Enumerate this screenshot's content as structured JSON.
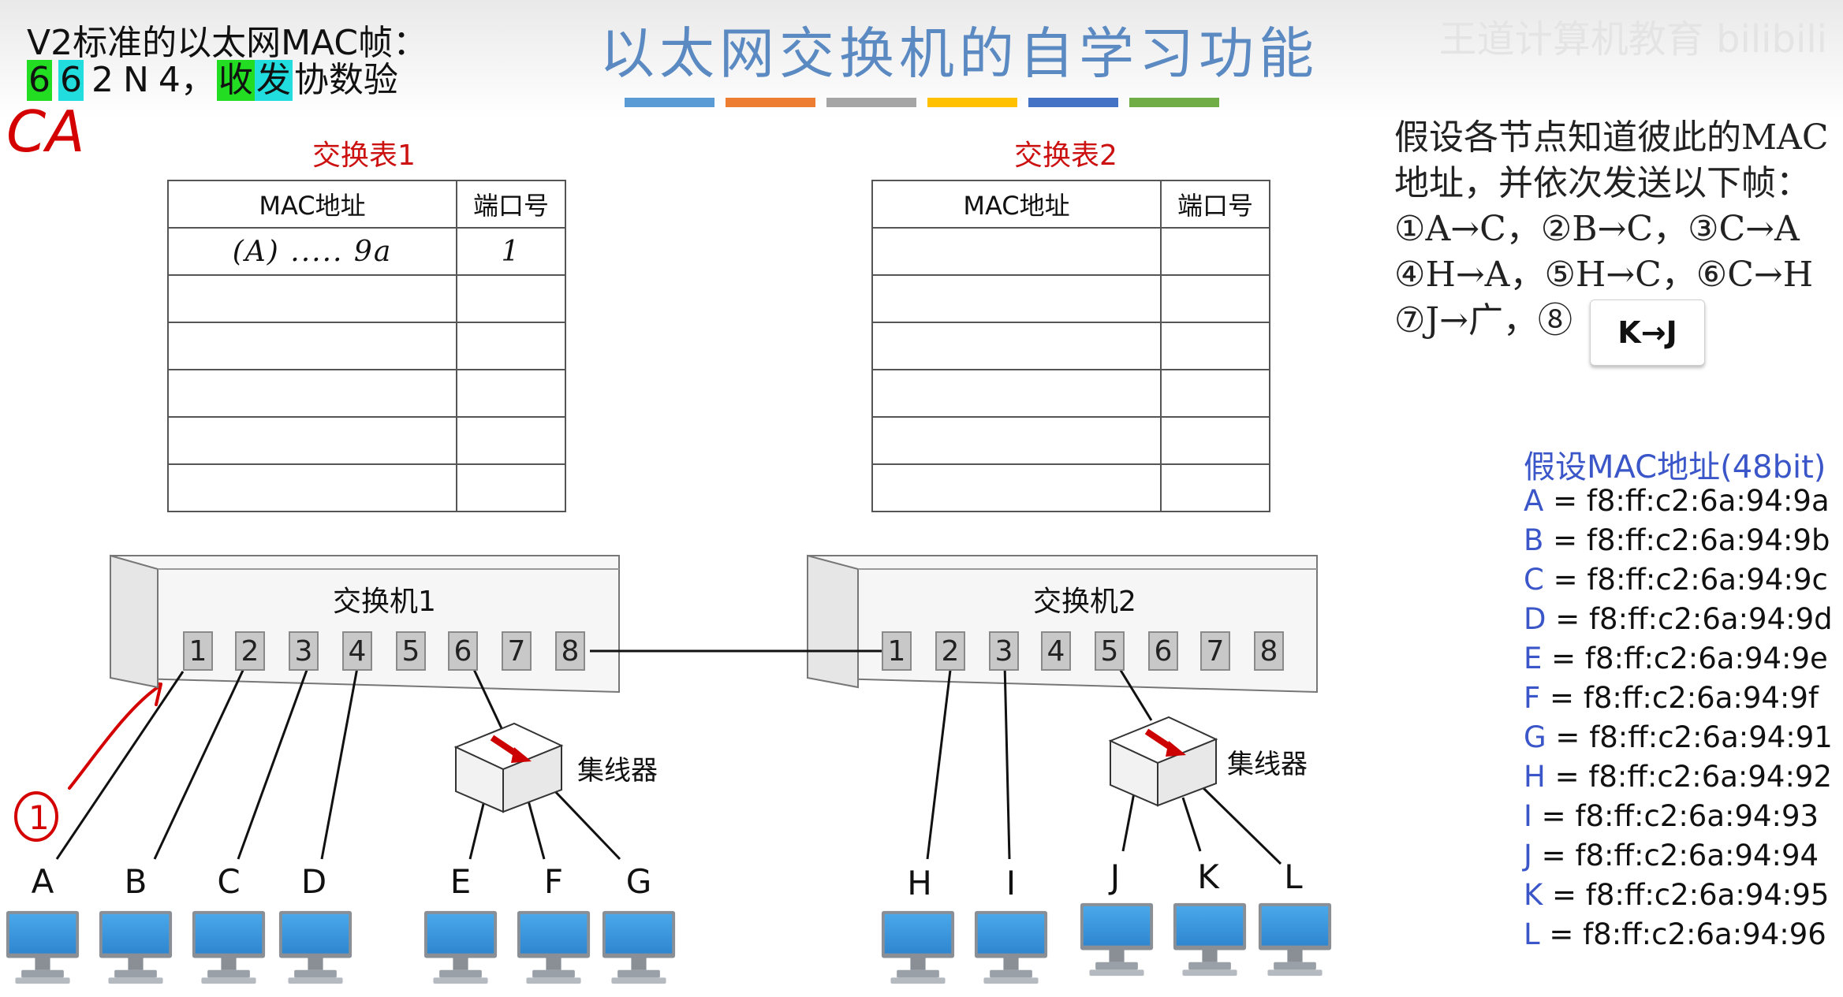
{
  "header": {
    "note_line1": "V2标准的以太网MAC帧：",
    "note_tokens": [
      "6",
      "6",
      "2",
      "N",
      "4，",
      "收",
      "发",
      "协数验"
    ],
    "title": "以太网交换机的自学习功能",
    "watermark": "王道计算机教育 bilibili",
    "color_bars": [
      "#5b9bd5",
      "#ed7d31",
      "#a5a5a5",
      "#ffc000",
      "#4472c4",
      "#70ad47"
    ]
  },
  "annotations": {
    "handwritten_ca": "CA",
    "handwritten_step": "1"
  },
  "tables": [
    {
      "title": "交换表1",
      "headers": [
        "MAC地址",
        "端口号"
      ],
      "rows": [
        [
          "(A) ..... 9a",
          "1"
        ],
        [
          "",
          ""
        ],
        [
          "",
          ""
        ],
        [
          "",
          ""
        ],
        [
          "",
          ""
        ],
        [
          "",
          ""
        ]
      ]
    },
    {
      "title": "交换表2",
      "headers": [
        "MAC地址",
        "端口号"
      ],
      "rows": [
        [
          "",
          ""
        ],
        [
          "",
          ""
        ],
        [
          "",
          ""
        ],
        [
          "",
          ""
        ],
        [
          "",
          ""
        ],
        [
          "",
          ""
        ]
      ]
    }
  ],
  "switches": [
    {
      "label": "交换机1",
      "ports": [
        "1",
        "2",
        "3",
        "4",
        "5",
        "6",
        "7",
        "8"
      ]
    },
    {
      "label": "交换机2",
      "ports": [
        "1",
        "2",
        "3",
        "4",
        "5",
        "6",
        "7",
        "8"
      ]
    }
  ],
  "hubs": [
    "集线器",
    "集线器"
  ],
  "hosts": [
    "A",
    "B",
    "C",
    "D",
    "E",
    "F",
    "G",
    "H",
    "I",
    "J",
    "K",
    "L"
  ],
  "assumption": {
    "lines": [
      "假设各节点知道彼此的MAC",
      "地址，并依次发送以下帧：",
      "①A→C，②B→C，③C→A",
      "④H→A，⑤H→C，⑥C→H",
      "⑦J→广，⑧"
    ],
    "highlight": "K→J"
  },
  "mac_list": {
    "title": "假设MAC地址(48bit)",
    "entries": [
      {
        "name": "A",
        "value": "f8:ff:c2:6a:94:9a"
      },
      {
        "name": "B",
        "value": "f8:ff:c2:6a:94:9b"
      },
      {
        "name": "C",
        "value": "f8:ff:c2:6a:94:9c"
      },
      {
        "name": "D",
        "value": "f8:ff:c2:6a:94:9d"
      },
      {
        "name": "E",
        "value": "f8:ff:c2:6a:94:9e"
      },
      {
        "name": "F",
        "value": "f8:ff:c2:6a:94:9f"
      },
      {
        "name": "G",
        "value": "f8:ff:c2:6a:94:91"
      },
      {
        "name": "H",
        "value": "f8:ff:c2:6a:94:92"
      },
      {
        "name": "I",
        "value": "f8:ff:c2:6a:94:93"
      },
      {
        "name": "J",
        "value": "f8:ff:c2:6a:94:94"
      },
      {
        "name": "K",
        "value": "f8:ff:c2:6a:94:95"
      },
      {
        "name": "L",
        "value": "f8:ff:c2:6a:94:96"
      }
    ]
  }
}
